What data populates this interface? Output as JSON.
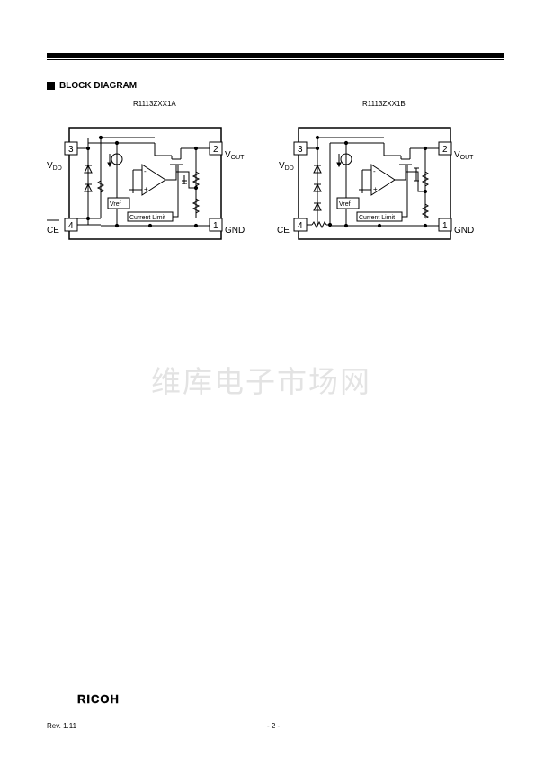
{
  "header": {
    "section_title": "BLOCK DIAGRAM"
  },
  "diagrams": [
    {
      "title": "R1113ZXX1A",
      "pins": {
        "pin3": "3",
        "pin2": "2",
        "pin4": "4",
        "pin1": "1",
        "vdd_main": "V",
        "vdd_sub": "DD",
        "vout_main": "V",
        "vout_sub": "OUT",
        "ce": "CE",
        "gnd": "GND"
      },
      "blocks": {
        "vref": "Vref",
        "current_limit": "Current Limit",
        "minus": "-",
        "plus": "+"
      }
    },
    {
      "title": "R1113ZXX1B",
      "pins": {
        "pin3": "3",
        "pin2": "2",
        "pin4": "4",
        "pin1": "1",
        "vdd_main": "V",
        "vdd_sub": "DD",
        "vout_main": "V",
        "vout_sub": "OUT",
        "ce": "CE",
        "gnd": "GND"
      },
      "blocks": {
        "vref": "Vref",
        "current_limit": "Current Limit",
        "minus": "-",
        "plus": "+"
      }
    }
  ],
  "watermark": "维库电子市场网",
  "footer": {
    "logo": "RICOH",
    "revision": "Rev. 1.11",
    "page_number": "- 2 -"
  }
}
